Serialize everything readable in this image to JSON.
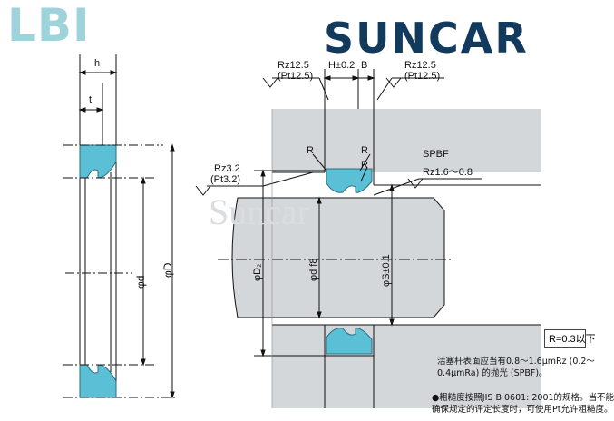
{
  "brand": {
    "left_logo": "LBI",
    "right_logo": "SUNCAR",
    "watermark": "Suncar"
  },
  "colors": {
    "seal": "#5bbfd6",
    "housing": "#d4d7da",
    "logo_left": "#9fd3dc",
    "logo_right": "#123a5c"
  },
  "dimensions": {
    "h": "h",
    "t": "t",
    "d": "d",
    "D": "D",
    "H": "H±0.2",
    "B": "B",
    "rz_top_left": "Rz12.5",
    "pt_top_left": "(Pt12.5)",
    "rz_top_right": "Rz12.5",
    "pt_top_right": "(Pt12.5)",
    "rz_left": "Rz3.2",
    "pt_left": "(Pt3.2)",
    "r1": "R",
    "r2": "R",
    "r3": "R",
    "spbf": "SPBF",
    "rz_spbf": "Rz1.6～0.8",
    "d2": "φD₂",
    "d_f8": "φd f8",
    "s": "φS±0.1"
  },
  "notes": {
    "r_note": "R=0.3以下",
    "line1": "活塞杆表面应当有0.8～1.6μmRz (0.2～",
    "line2": "0.4μmRa) 的抛光 (SPBF)。",
    "line3": "●粗糙度按照JIS B 0601: 2001的规格。当不能",
    "line4": "确保规定的评定长度时，可使用Pt允许粗糙度。"
  }
}
